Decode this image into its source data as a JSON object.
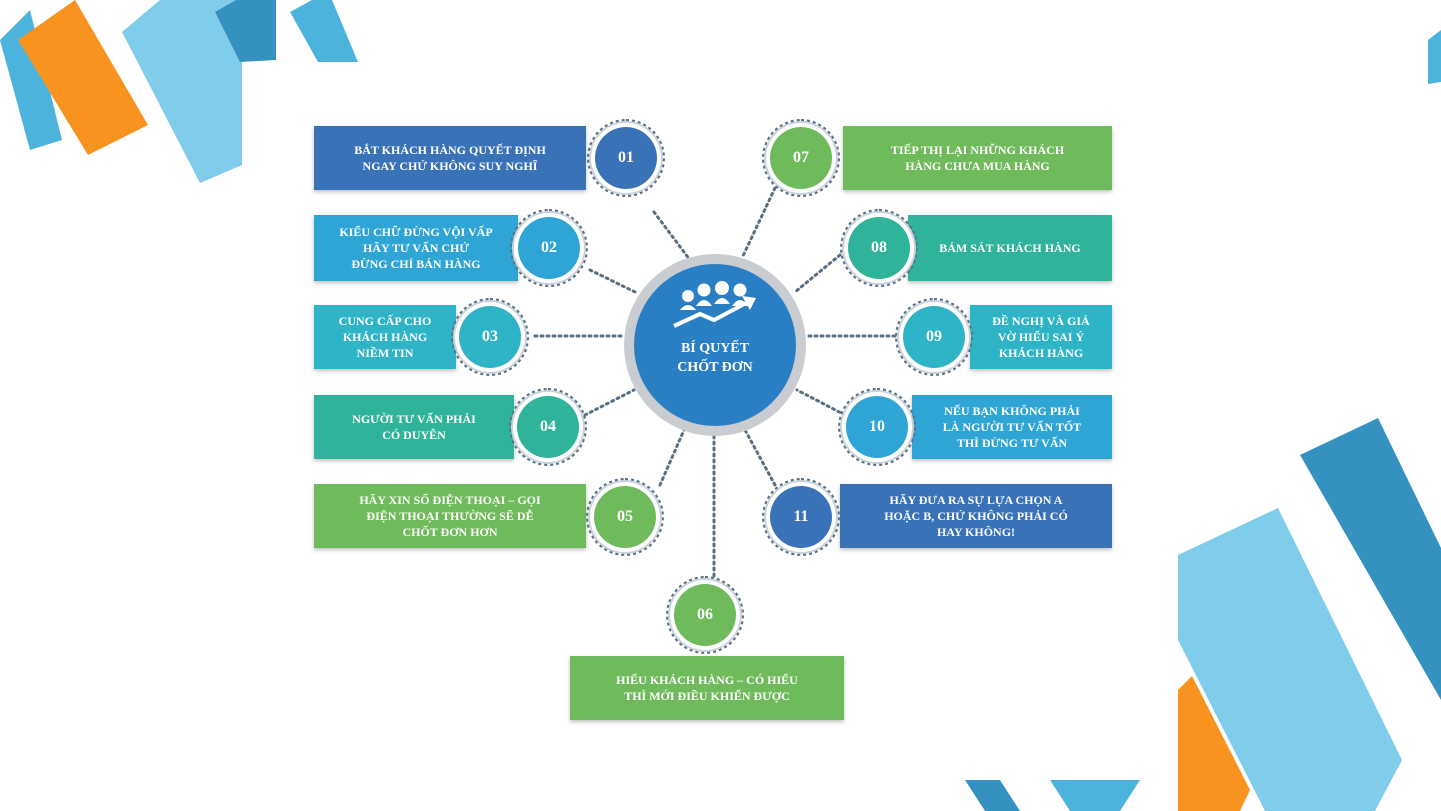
{
  "colors": {
    "dark_blue": "#3a72b8",
    "light_blue": "#2fa5d6",
    "teal": "#2fb39a",
    "green": "#6fba5a",
    "deco_orange": "#f7931e",
    "deco_light": "#7fcdea",
    "deco_mid": "#4bb3dc",
    "deco_dark": "#3592c0"
  },
  "center": {
    "title": "BÍ QUYẾT\nCHỐT ĐƠN",
    "icon": "team-growth-icon"
  },
  "items": [
    {
      "num": "01",
      "text": "BẮT KHÁCH HÀNG QUYẾT ĐỊNH\nNGAY CHỨ KHÔNG SUY NGHĨ",
      "color": "#3a72b8"
    },
    {
      "num": "02",
      "text": "KIỂU CHỮ ĐỪNG VỘI VẤP\nHÃY TƯ VẤN CHỨ\nĐỪNG CHỈ BÁN HÀNG",
      "color": "#2fa5d6"
    },
    {
      "num": "03",
      "text": "CUNG CẤP CHO\nKHÁCH HÀNG\nNIỀM TIN",
      "color": "#2fb3c7"
    },
    {
      "num": "04",
      "text": "NGƯỜI TƯ VẤN PHẢI\nCÓ DUYÊN",
      "color": "#2fb39a"
    },
    {
      "num": "05",
      "text": "HÃY XIN SỐ ĐIỆN THOẠI – GỌI\nĐIỆN THOẠI THƯỜNG SẼ DỄ\nCHỐT ĐƠN HƠN",
      "color": "#6fba5a"
    },
    {
      "num": "06",
      "text": "HIỂU KHÁCH HÀNG – CÓ HIỂU\nTHÌ MỚI ĐIỀU KHIỂN ĐƯỢC",
      "color": "#6fba5a"
    },
    {
      "num": "07",
      "text": "TIẾP THỊ LẠI NHỮNG KHÁCH\nHÀNG CHƯA MUA HÀNG",
      "color": "#6fba5a"
    },
    {
      "num": "08",
      "text": "BÁM SÁT KHÁCH HÀNG",
      "color": "#2fb39a"
    },
    {
      "num": "09",
      "text": "ĐỀ NGHỊ VÀ GIẢ\nVỜ HIỂU SAI Ý\nKHÁCH HÀNG",
      "color": "#2fb3c7"
    },
    {
      "num": "10",
      "text": "NẾU BẠN KHÔNG PHẢI\nLÀ NGƯỜI TƯ VẤN TỐT\nTHÌ ĐỪNG TƯ VẤN",
      "color": "#2fa5d6"
    },
    {
      "num": "11",
      "text": "HÃY ĐƯA RA SỰ LỰA CHỌN A\nHOẶC B, CHỨ KHÔNG PHẢI CÓ\nHAY KHÔNG!",
      "color": "#3a72b8"
    }
  ]
}
